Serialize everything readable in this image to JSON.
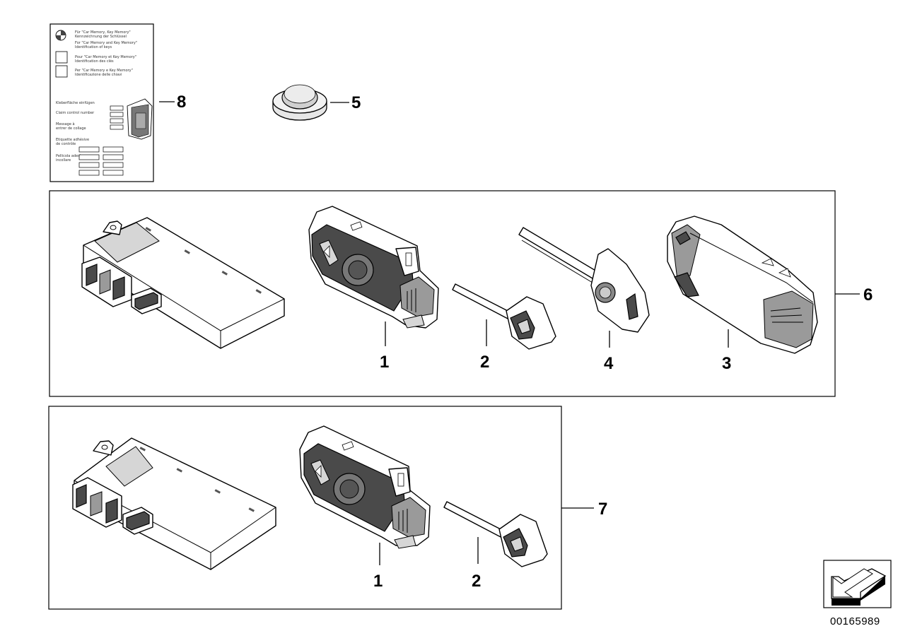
{
  "callouts": {
    "c8": "8",
    "c5": "5",
    "c6": "6",
    "c7": "7",
    "c1a": "1",
    "c2a": "2",
    "c4": "4",
    "c3": "3",
    "c1b": "1",
    "c2b": "2"
  },
  "document_number": "00165989",
  "card_text": {
    "line1": "Für \"Car Memory, Key Memory\"",
    "line2": "Kennzeichnung der Schlüssel",
    "line3": "For \"Car Memory and Key Memory\"",
    "line4": "Identification of keys",
    "line5": "Pour \"Car Memory et Key Memory\"",
    "line6": "Identification des clés",
    "line7": "Per \"Car Memory e Key Memory\"",
    "line8": "Identificazione delle chiavi",
    "line9": "Kleberfläche einfügen",
    "line10": "Claim control number",
    "line11": "Message à",
    "line12": "entrer de collage",
    "line13": "Etiquette adhésive",
    "line14": "de contrôle",
    "line15": "Pellicola adesiva",
    "line16": "incollare"
  },
  "icons": {
    "nav": "arrow-return-icon"
  }
}
